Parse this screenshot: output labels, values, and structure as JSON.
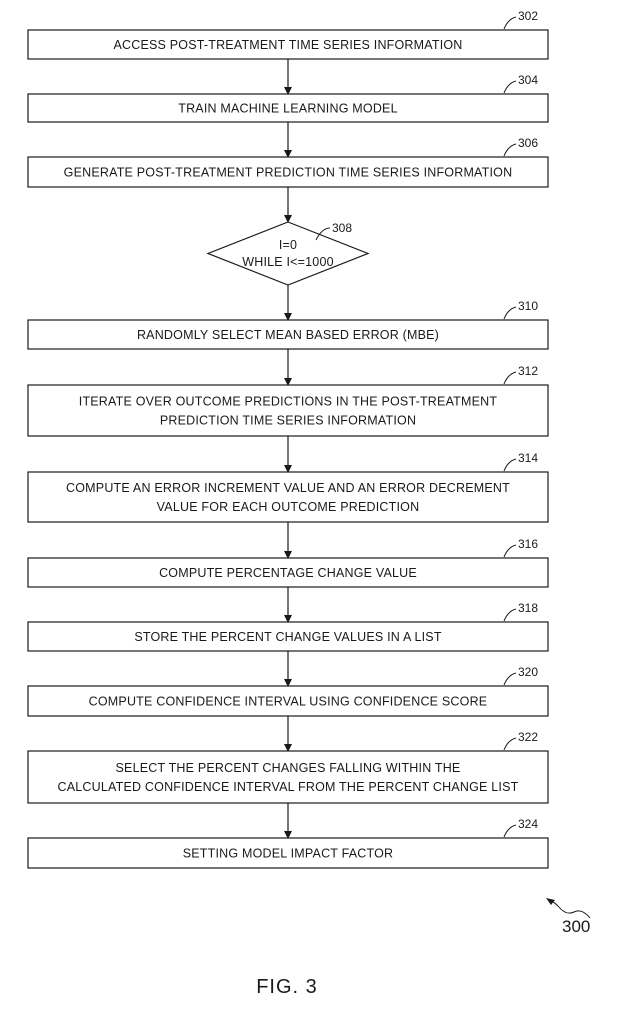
{
  "steps": [
    {
      "ref": "302",
      "lines": [
        "ACCESS POST-TREATMENT TIME SERIES INFORMATION"
      ]
    },
    {
      "ref": "304",
      "lines": [
        "TRAIN MACHINE LEARNING MODEL"
      ]
    },
    {
      "ref": "306",
      "lines": [
        "GENERATE POST-TREATMENT PREDICTION TIME SERIES INFORMATION"
      ]
    },
    {
      "ref": "308",
      "lines": [
        "I=0",
        "WHILE I<=1000"
      ],
      "shape": "diamond"
    },
    {
      "ref": "310",
      "lines": [
        "RANDOMLY SELECT MEAN BASED ERROR (MBE)"
      ]
    },
    {
      "ref": "312",
      "lines": [
        "ITERATE OVER OUTCOME PREDICTIONS IN THE POST-TREATMENT",
        "PREDICTION TIME SERIES INFORMATION"
      ]
    },
    {
      "ref": "314",
      "lines": [
        "COMPUTE  AN ERROR INCREMENT VALUE AND AN ERROR DECREMENT",
        "VALUE FOR EACH OUTCOME PREDICTION"
      ]
    },
    {
      "ref": "316",
      "lines": [
        "COMPUTE PERCENTAGE CHANGE VALUE"
      ]
    },
    {
      "ref": "318",
      "lines": [
        "STORE THE PERCENT CHANGE VALUES IN A LIST"
      ]
    },
    {
      "ref": "320",
      "lines": [
        "COMPUTE CONFIDENCE INTERVAL USING CONFIDENCE SCORE"
      ]
    },
    {
      "ref": "322",
      "lines": [
        "SELECT THE PERCENT CHANGES FALLING WITHIN THE",
        "CALCULATED CONFIDENCE INTERVAL FROM THE PERCENT CHANGE LIST"
      ]
    },
    {
      "ref": "324",
      "lines": [
        "SETTING MODEL IMPACT FACTOR"
      ]
    }
  ],
  "figure_ref": "300",
  "caption": "FIG. 3"
}
